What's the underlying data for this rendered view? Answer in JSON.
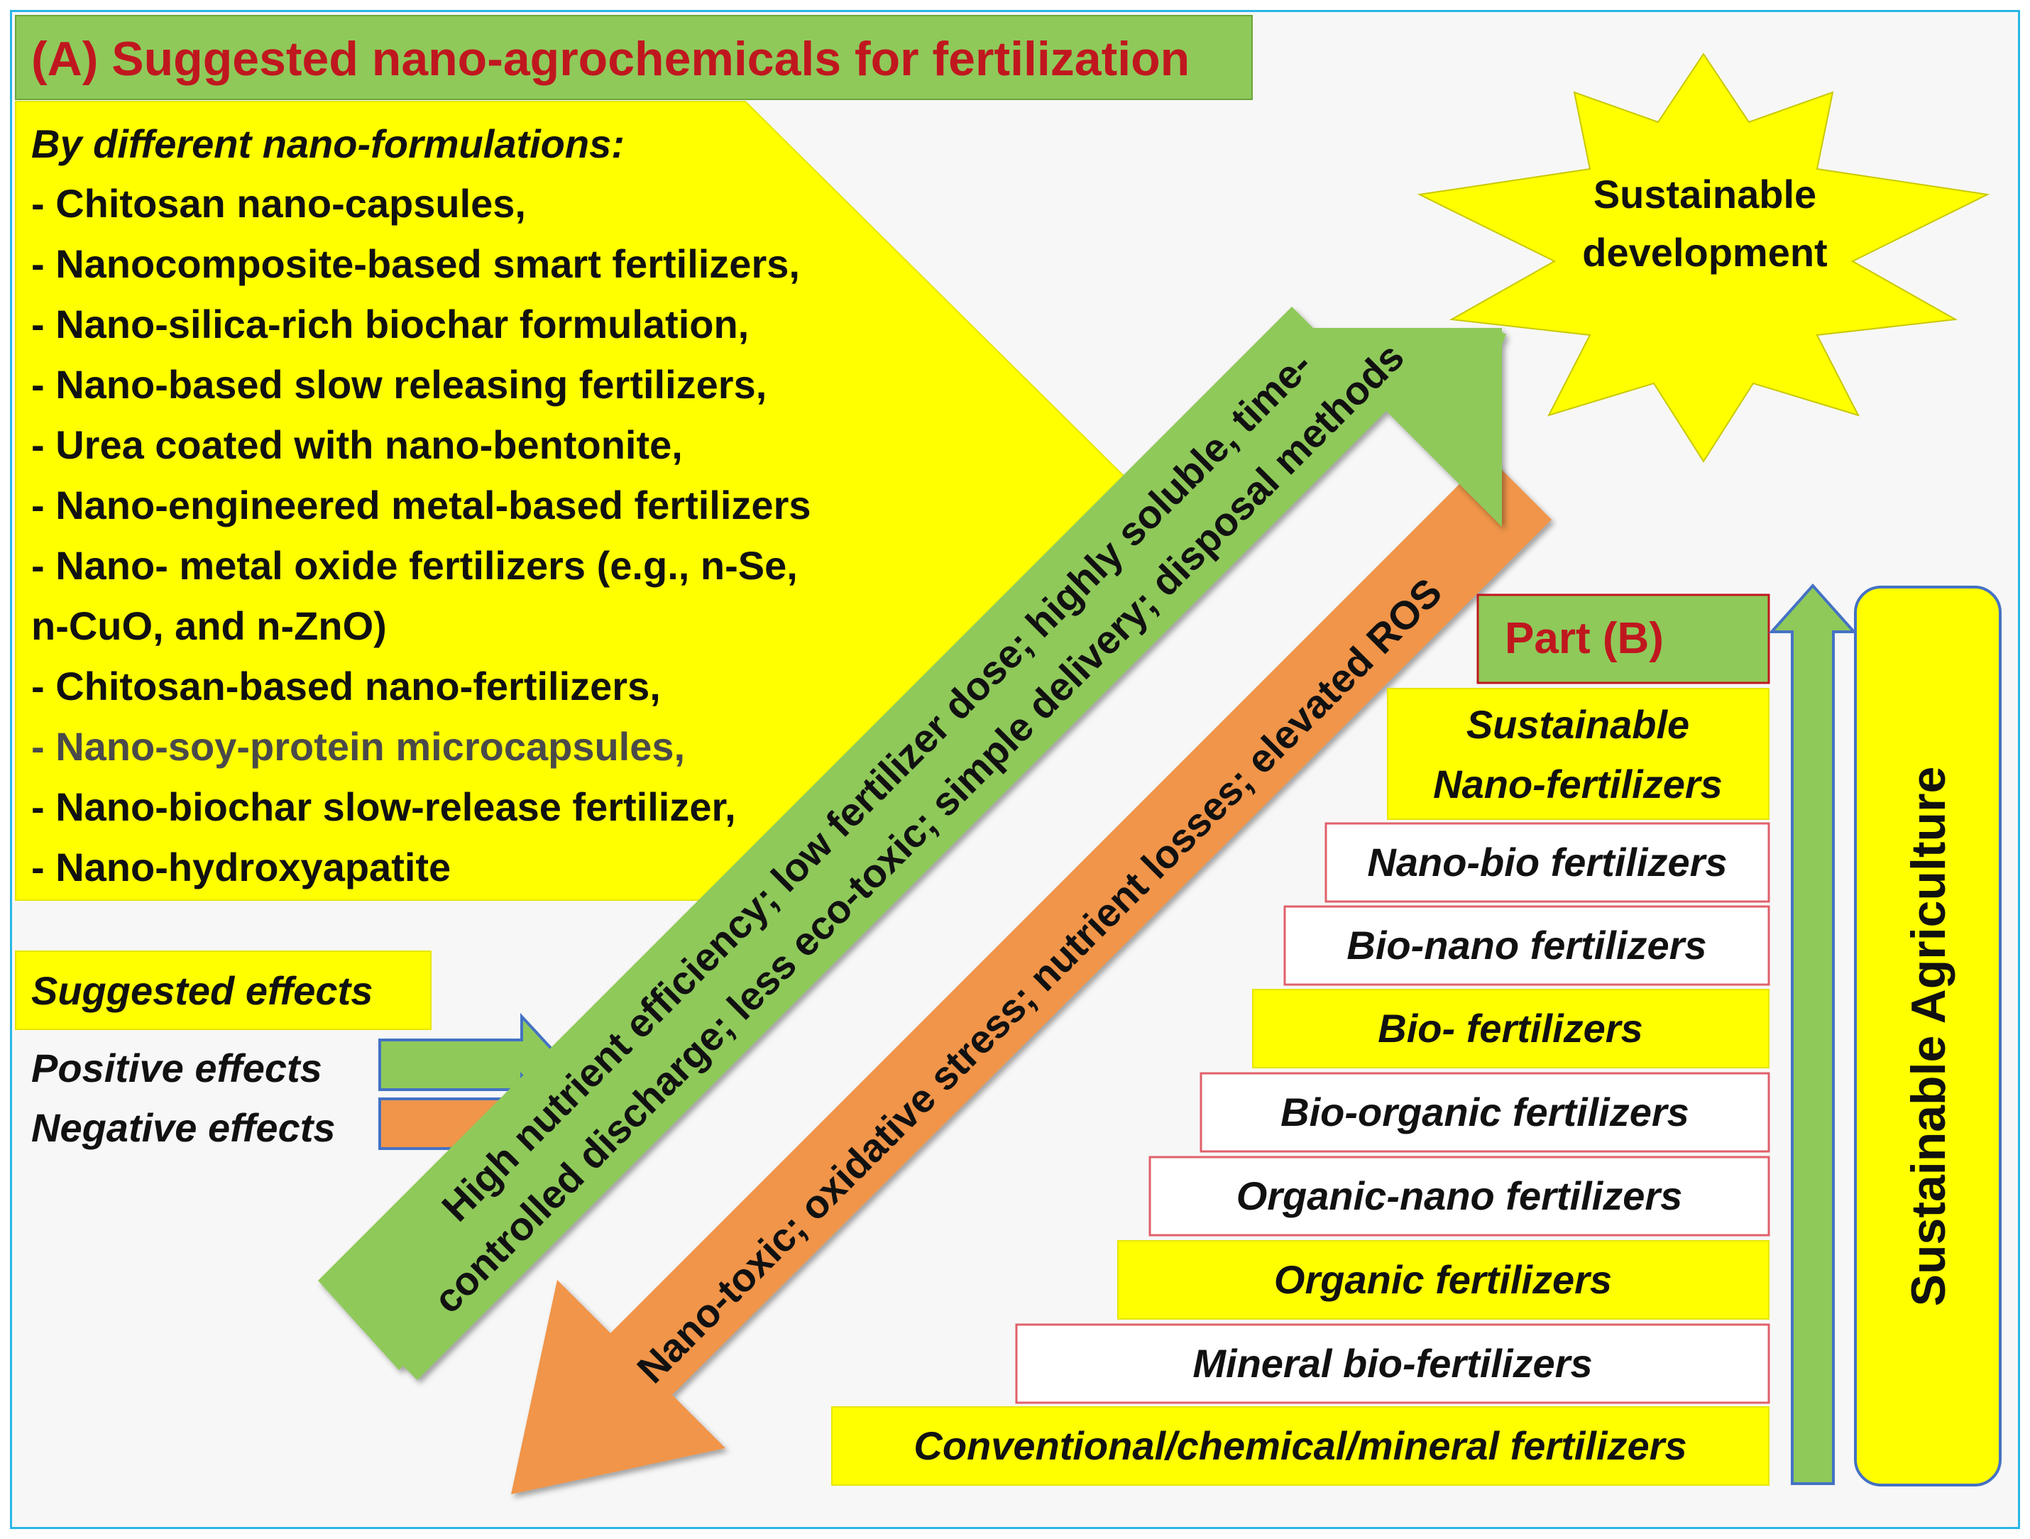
{
  "part_a": {
    "title": "(A) Suggested nano-agrochemicals for fertilization",
    "heading": "By different nano-formulations:",
    "items": [
      "- Chitosan nano-capsules,",
      "- Nanocomposite-based smart fertilizers,",
      "- Nano-silica-rich biochar formulation,",
      "- Nano-based slow releasing fertilizers,",
      "- Urea coated with nano-bentonite,",
      "- Nano-engineered metal-based fertilizers",
      "- Nano- metal oxide fertilizers (e.g., n-Se,",
      "n-CuO, and n-ZnO)",
      "- Chitosan-based nano-fertilizers,",
      "- Nano-soy-protein microcapsules,",
      "- Nano-biochar slow-release fertilizer,",
      "- Nano-hydroxyapatite"
    ]
  },
  "legend": {
    "title": "Suggested effects",
    "positive": "Positive effects",
    "negative": "Negative effects"
  },
  "star": {
    "line1": "Sustainable",
    "line2": "development"
  },
  "green_arrow": {
    "line1": "High nutrient efficiency; low fertilizer dose; highly soluble, time-",
    "line2": "controlled discharge; less eco-toxic; simple delivery; disposal methods"
  },
  "orange_arrow": {
    "line1": "Nano-toxic; oxidative stress; nutrient losses; elevated ROS"
  },
  "part_b": {
    "title": "Part (B)",
    "steps": [
      {
        "lines": [
          "Sustainable",
          "Nano-fertilizers"
        ]
      },
      {
        "lines": [
          "Nano-bio fertilizers"
        ]
      },
      {
        "lines": [
          "Bio-nano fertilizers"
        ]
      },
      {
        "lines": [
          "Bio- fertilizers"
        ]
      },
      {
        "lines": [
          "Bio-organic fertilizers"
        ]
      },
      {
        "lines": [
          "Organic-nano fertilizers"
        ]
      },
      {
        "lines": [
          "Organic fertilizers"
        ]
      },
      {
        "lines": [
          "Mineral bio-fertilizers"
        ]
      },
      {
        "lines": [
          "Conventional/chemical/mineral fertilizers"
        ]
      }
    ]
  },
  "sustainable_agriculture": "Sustainable Agriculture",
  "colors": {
    "yellow": "#ffff00",
    "green": "#8fc95a",
    "orange": "#f0954a",
    "title_red": "#c0171f",
    "frame": "#29b6e6",
    "step_border": "#e0606a"
  }
}
